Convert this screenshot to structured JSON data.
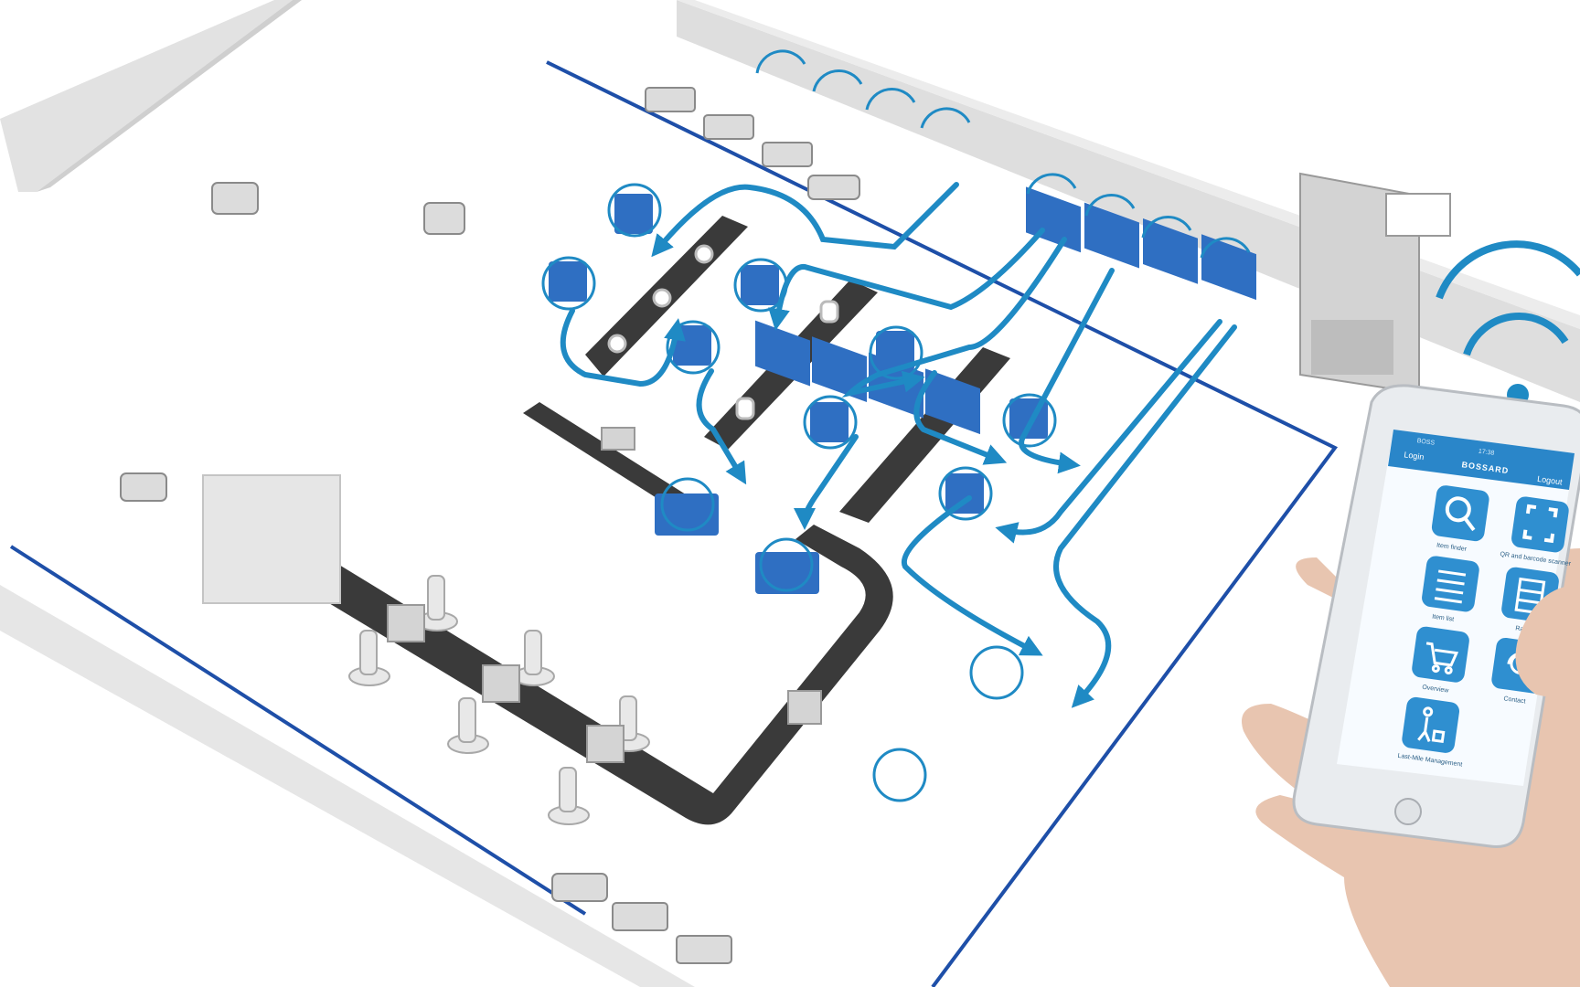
{
  "colors": {
    "flow_arrow": "#1f8ac4",
    "floor_line": "#1e4fa8",
    "rack_blue": "#2f6fc2",
    "conveyor": "#3a3a3a",
    "wall": "#d9d9d9",
    "app_tile": "#2f8fd0",
    "app_header": "#2a86c9"
  },
  "phone": {
    "status_carrier": "BOSS",
    "status_time": "17:38",
    "back_label": "Login",
    "brand": "BOSSARD",
    "logout_label": "Logout",
    "tiles": [
      {
        "icon": "magnifier-icon",
        "label": "Item finder"
      },
      {
        "icon": "scan-frame-icon",
        "label": "QR and barcode scanner"
      },
      {
        "icon": "list-icon",
        "label": "Item list"
      },
      {
        "icon": "rack-icon",
        "label": "Racks"
      },
      {
        "icon": "cart-icon",
        "label": "Overview"
      },
      {
        "icon": "headset-icon",
        "label": "Contact"
      },
      {
        "icon": "delivery-person-icon",
        "label": "Last-Mile Management"
      }
    ]
  }
}
